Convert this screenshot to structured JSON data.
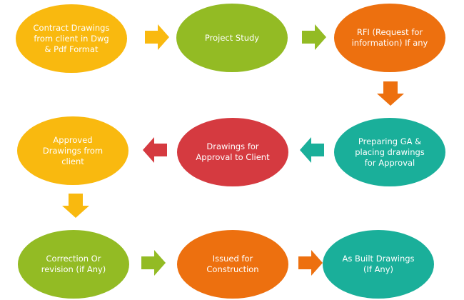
{
  "colors": {
    "yellow": "#F9B90F",
    "green": "#93BB24",
    "orange": "#ED700F",
    "teal": "#1AAF9A",
    "red": "#D53A40"
  },
  "nodes": [
    {
      "id": "contract-drawings",
      "label": "Contract Drawings\nfrom client in Dwg\n& Pdf Format",
      "color": "yellow"
    },
    {
      "id": "project-study",
      "label": "Project Study",
      "color": "green"
    },
    {
      "id": "rfi",
      "label": "RFI (Request for\ninformation) If any",
      "color": "orange"
    },
    {
      "id": "preparing-ga",
      "label": "Preparing GA &\nplacing drawings\nfor Approval",
      "color": "teal"
    },
    {
      "id": "drawings-for-approval",
      "label": "Drawings for\nApproval to Client",
      "color": "red"
    },
    {
      "id": "approved-drawings",
      "label": "Approved\nDrawings from\nclient",
      "color": "yellow"
    },
    {
      "id": "correction-revision",
      "label": "Correction Or\nrevision  (if Any)",
      "color": "green"
    },
    {
      "id": "issued-for-construction",
      "label": "Issued for\nConstruction",
      "color": "orange"
    },
    {
      "id": "as-built-drawings",
      "label": "As Built Drawings\n(If Any)",
      "color": "teal"
    }
  ],
  "arrows": [
    {
      "id": "arrow-1-2",
      "direction": "right",
      "color": "yellow"
    },
    {
      "id": "arrow-2-3",
      "direction": "right",
      "color": "green"
    },
    {
      "id": "arrow-3-4",
      "direction": "down",
      "color": "orange"
    },
    {
      "id": "arrow-4-5",
      "direction": "left",
      "color": "teal"
    },
    {
      "id": "arrow-5-6",
      "direction": "left",
      "color": "red"
    },
    {
      "id": "arrow-6-7",
      "direction": "down",
      "color": "yellow"
    },
    {
      "id": "arrow-7-8",
      "direction": "right",
      "color": "green"
    },
    {
      "id": "arrow-8-9",
      "direction": "right",
      "color": "orange"
    }
  ]
}
